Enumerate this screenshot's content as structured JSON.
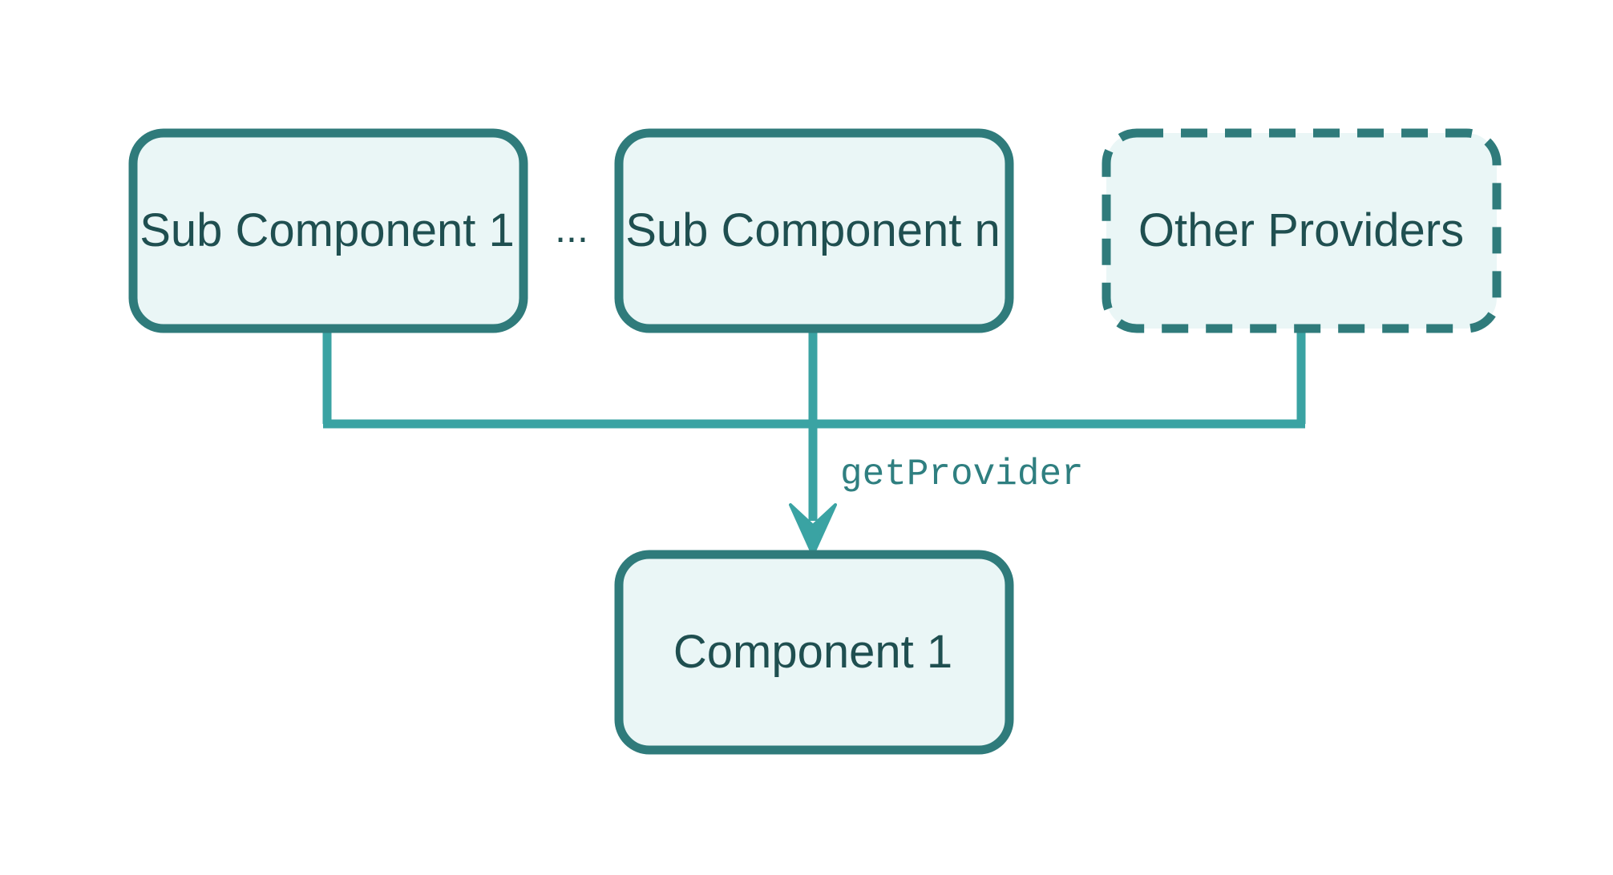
{
  "diagram": {
    "nodes": [
      {
        "id": "sub1",
        "label": "Sub Component 1",
        "style": "solid"
      },
      {
        "id": "subn",
        "label": "Sub Component n",
        "style": "solid"
      },
      {
        "id": "other",
        "label": "Other Providers",
        "style": "dashed"
      },
      {
        "id": "comp1",
        "label": "Component 1",
        "style": "solid"
      }
    ],
    "ellipsis": "...",
    "edge": {
      "from": [
        "sub1",
        "subn",
        "other"
      ],
      "to": "comp1",
      "label": "getProvider"
    }
  },
  "colors": {
    "node_fill": "#eaf6f6",
    "node_stroke": "#2f7b7b",
    "edge": "#3aa3a3",
    "text": "#1f4f50"
  }
}
